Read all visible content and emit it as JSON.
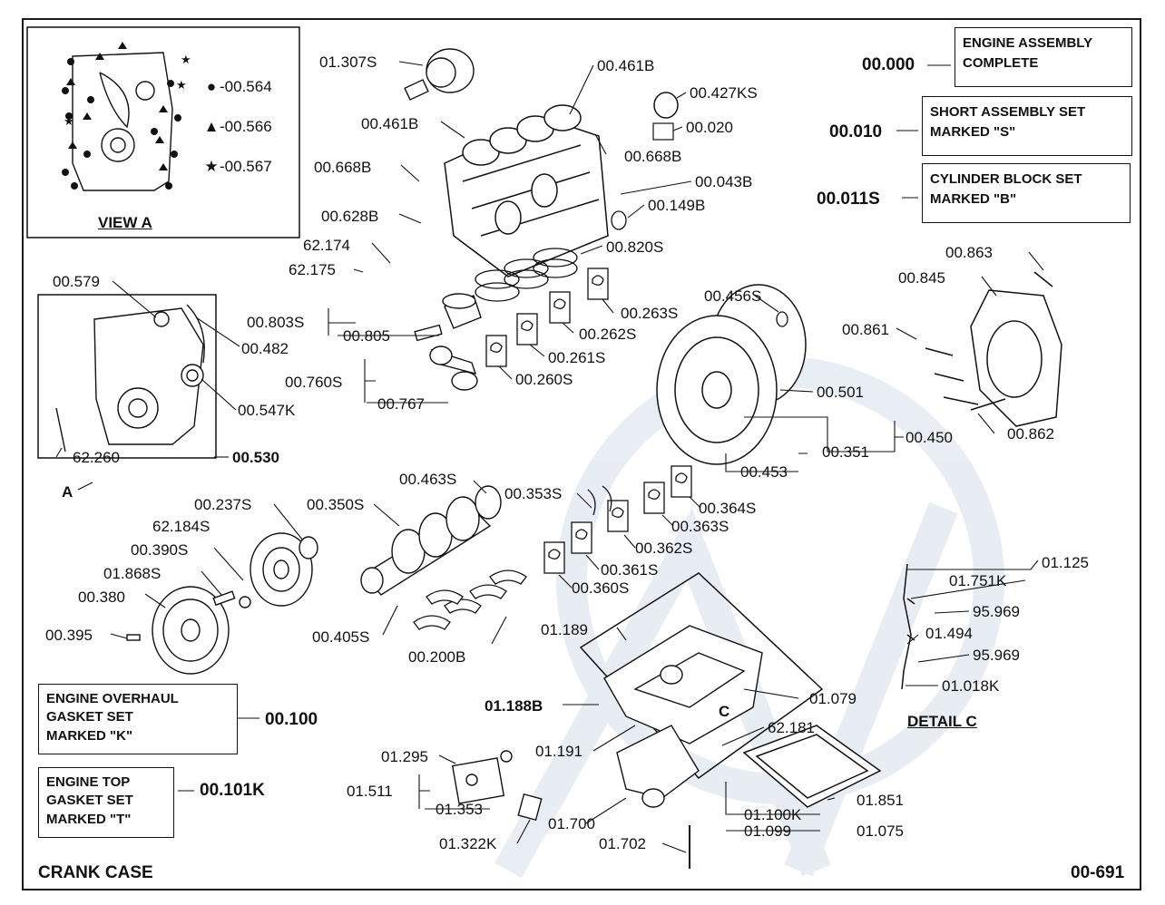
{
  "diagram_title": "CRANK CASE",
  "page_code": "00-691",
  "boxes": {
    "engine_assembly": {
      "code": "00.000",
      "line1": "ENGINE ASSEMBLY",
      "line2": "COMPLETE"
    },
    "short_assembly": {
      "code": "00.010",
      "line1": "SHORT ASSEMBLY SET",
      "line2": "MARKED \"S\""
    },
    "cylinder_block": {
      "code": "00.011S",
      "line1": "CYLINDER BLOCK SET",
      "line2": "MARKED \"B\""
    },
    "overhaul_gasket": {
      "code": "00.100",
      "line1": "ENGINE OVERHAUL",
      "line2": "GASKET SET",
      "line3": "MARKED \"K\""
    },
    "top_gasket": {
      "code": "00.101K",
      "line1": "ENGINE TOP",
      "line2": "GASKET SET",
      "line3": "MARKED \"T\""
    }
  },
  "view_a": {
    "title": "VIEW A",
    "legend": [
      {
        "symbol": "●",
        "code": "-00.564"
      },
      {
        "symbol": "▲",
        "code": "-00.566"
      },
      {
        "symbol": "★",
        "code": "-00.567"
      }
    ]
  },
  "detail_c": {
    "title": "DETAIL C"
  },
  "markers": {
    "view_a": "A",
    "detail_c": "C"
  },
  "parts": {
    "p01307S": "01.307S",
    "p00461B_top": "00.461B",
    "p00427KS": "00.427KS",
    "p00020": "00.020",
    "p00461B": "00.461B",
    "p00668B_r": "00.668B",
    "p00668B_l": "00.668B",
    "p00043B": "00.043B",
    "p00628B": "00.628B",
    "p00149B": "00.149B",
    "p62174": "62.174",
    "p62175": "62.175",
    "p00820S": "00.820S",
    "p00579": "00.579",
    "p00482": "00.482",
    "p00547K": "00.547K",
    "p62260": "62.260",
    "p00530": "00.530",
    "p00803S": "00.803S",
    "p00805": "00.805",
    "p00760S": "00.760S",
    "p00767": "00.767",
    "p00263S": "00.263S",
    "p00262S": "00.262S",
    "p00261S": "00.261S",
    "p00260S": "00.260S",
    "p00456S": "00.456S",
    "p00863": "00.863",
    "p00845": "00.845",
    "p00861": "00.861",
    "p00501": "00.501",
    "p00450": "00.450",
    "p00351": "00.351",
    "p00453": "00.453",
    "p00862": "00.862",
    "p00463S": "00.463S",
    "p00237S": "00.237S",
    "p00350S": "00.350S",
    "p62184S": "62.184S",
    "p00390S": "00.390S",
    "p01868S": "01.868S",
    "p00380": "00.380",
    "p00395": "00.395",
    "p00405S": "00.405S",
    "p00200B": "00.200B",
    "p00353S": "00.353S",
    "p00364S": "00.364S",
    "p00363S": "00.363S",
    "p00362S": "00.362S",
    "p00361S": "00.361S",
    "p00360S": "00.360S",
    "p01125": "01.125",
    "p01751K": "01.751K",
    "p95969a": "95.969",
    "p01494": "01.494",
    "p95969b": "95.969",
    "p01018K": "01.018K",
    "p01189": "01.189",
    "p01188B": "01.188B",
    "p01079": "01.079",
    "p62181": "62.181",
    "p01191": "01.191",
    "p01295": "01.295",
    "p01511": "01.511",
    "p01353": "01.353",
    "p01322K": "01.322K",
    "p01700": "01.700",
    "p01702": "01.702",
    "p01851": "01.851",
    "p01100K": "01.100K",
    "p01099": "01.099",
    "p01075": "01.075"
  }
}
